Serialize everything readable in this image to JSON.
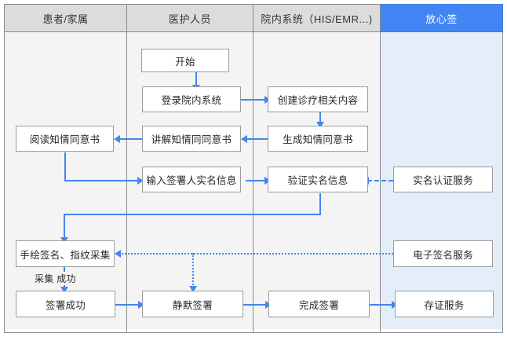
{
  "diagram": {
    "type": "swimlane-flowchart",
    "accent_color": "#4285f4",
    "lane_header_color": "#dcdcdc",
    "lane_body_color": "#f4f4f4",
    "accent_lane_body_color": "#e4eefb",
    "connector_color": "#4285f4",
    "node_border_color": "#9b9b9b"
  },
  "lanes": [
    {
      "id": "patient",
      "label": "患者/家属",
      "accent": false
    },
    {
      "id": "staff",
      "label": "医护人员",
      "accent": false
    },
    {
      "id": "his",
      "label": "院内系统（HIS/EMR...)",
      "accent": false
    },
    {
      "id": "fangxin",
      "label": "放心签",
      "accent": true
    }
  ],
  "nodes": [
    {
      "id": "start",
      "lane": "staff",
      "label": "开始"
    },
    {
      "id": "login",
      "lane": "staff",
      "label": "登录院内系统"
    },
    {
      "id": "create",
      "lane": "his",
      "label": "创建诊疗相关内容"
    },
    {
      "id": "generate",
      "lane": "his",
      "label": "生成知情同意书"
    },
    {
      "id": "explain",
      "lane": "staff",
      "label": "讲解知情同同意书"
    },
    {
      "id": "read",
      "lane": "patient",
      "label": "阅读知情同意书"
    },
    {
      "id": "input_realname",
      "lane": "staff",
      "label": "输入签署人实名信息"
    },
    {
      "id": "verify_realname",
      "lane": "his",
      "label": "验证实名信息"
    },
    {
      "id": "realname_service",
      "lane": "fangxin",
      "label": "实名认证服务"
    },
    {
      "id": "handwrite",
      "lane": "patient",
      "label": "手绘签名、指纹采集"
    },
    {
      "id": "esign_service",
      "lane": "fangxin",
      "label": "电子签名服务"
    },
    {
      "id": "sign_success",
      "lane": "patient",
      "label": "签署成功"
    },
    {
      "id": "silent_sign",
      "lane": "staff",
      "label": "静默签署"
    },
    {
      "id": "finish_sign",
      "lane": "his",
      "label": "完成签署"
    },
    {
      "id": "evidence_service",
      "lane": "fangxin",
      "label": "存证服务"
    }
  ],
  "edge_labels": [
    {
      "id": "collect_success",
      "text": "采集 成功"
    }
  ]
}
